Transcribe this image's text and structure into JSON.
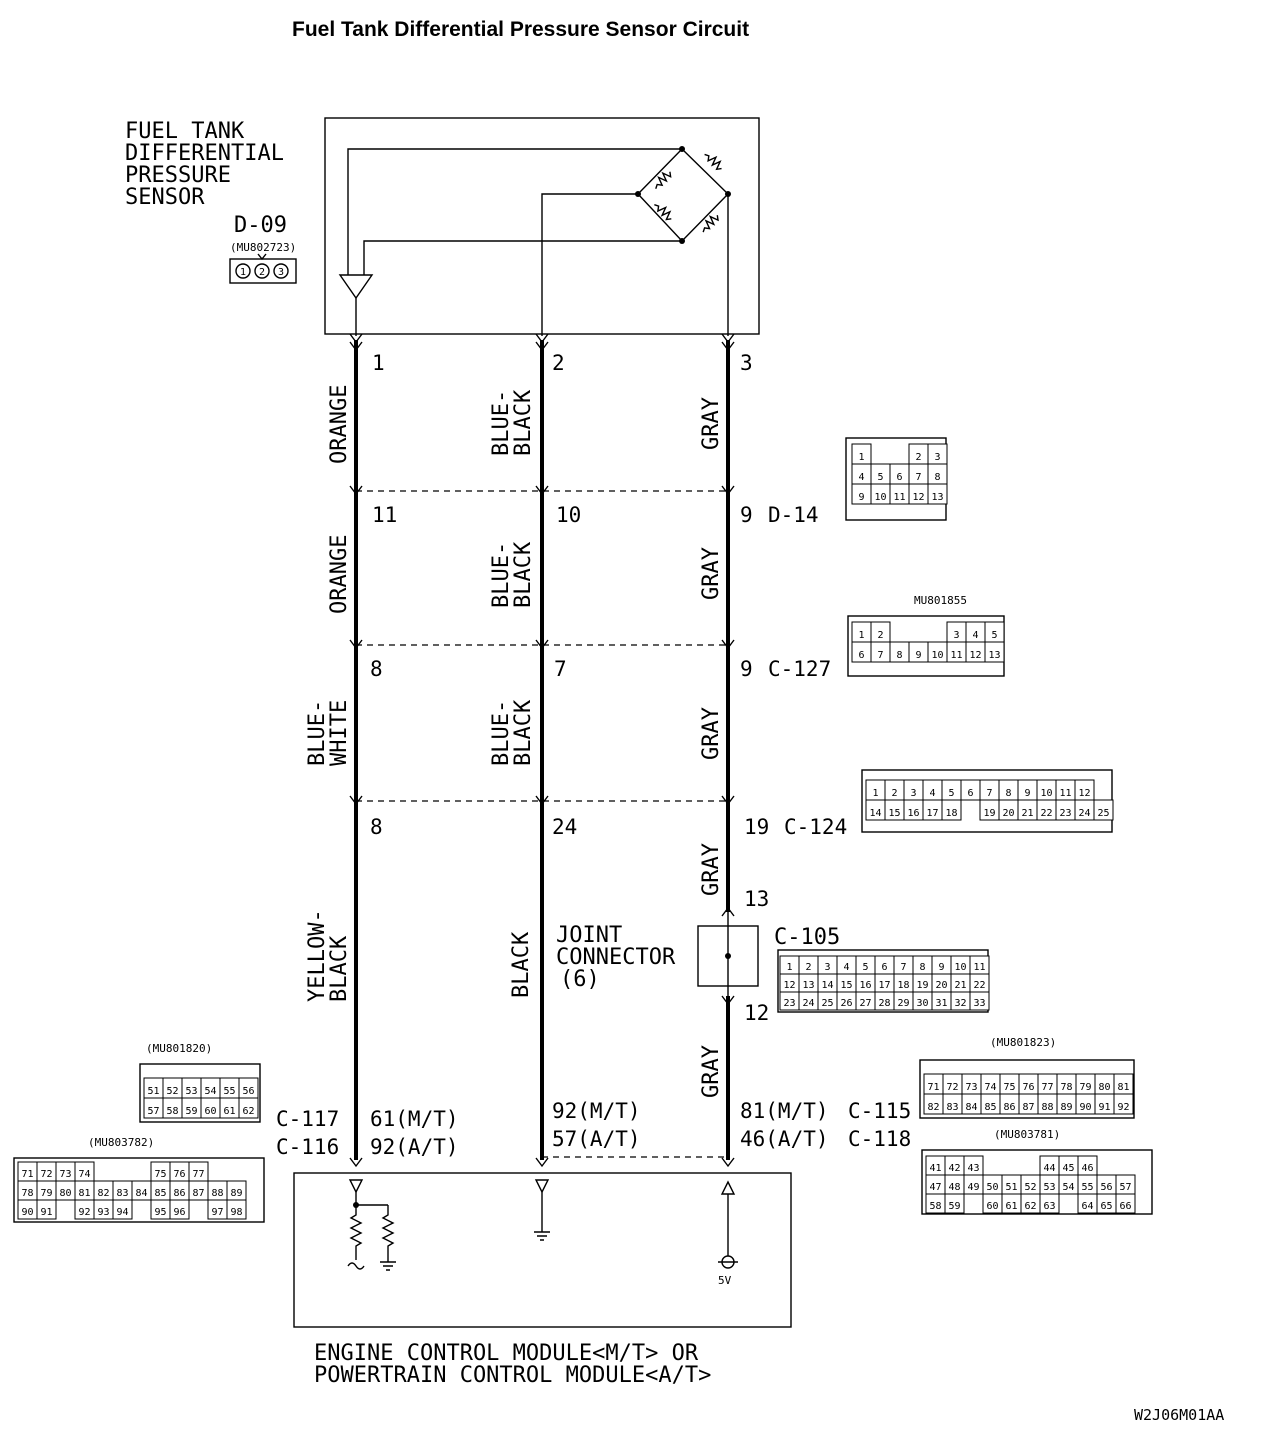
{
  "title": "Fuel Tank Differential Pressure Sensor Circuit",
  "sensor": {
    "name_lines": [
      "FUEL TANK",
      "DIFFERENTIAL",
      "PRESSURE",
      "SENSOR"
    ],
    "connector_id": "D-09",
    "part_no": "(MU802723)",
    "pins": [
      "1",
      "2",
      "3"
    ]
  },
  "wires": {
    "left": {
      "colors": [
        "ORANGE",
        "ORANGE",
        "BLUE-\nWHITE",
        "YELLOW-\nBLACK"
      ],
      "pins": [
        "1",
        "11",
        "8",
        "8"
      ],
      "ecm_pins": [
        "61(M/T)",
        "92(A/T)"
      ],
      "ecm_connectors": [
        "C-117",
        "C-116"
      ]
    },
    "middle": {
      "colors": [
        "BLUE-\nBLACK",
        "BLUE-\nBLACK",
        "BLUE-\nBLACK",
        "BLACK"
      ],
      "pins": [
        "2",
        "10",
        "7",
        "24"
      ],
      "ecm_pins": [
        "92(M/T)",
        "57(A/T)"
      ]
    },
    "right": {
      "colors": [
        "GRAY",
        "GRAY",
        "GRAY",
        "GRAY",
        "GRAY"
      ],
      "pins": [
        "3",
        "9",
        "9",
        "19",
        "13",
        "12"
      ],
      "ecm_pins": [
        "81(M/T)",
        "46(A/T)"
      ],
      "ecm_connectors": [
        "C-115",
        "C-118"
      ]
    }
  },
  "junctions": {
    "d14": {
      "id": "D-14",
      "pins": [
        "1",
        "2",
        "3",
        "4",
        "5",
        "6",
        "7",
        "8",
        "9",
        "10",
        "11",
        "12",
        "13"
      ]
    },
    "c127": {
      "id": "C-127",
      "part_no": "MU801855",
      "pins": [
        "1",
        "2",
        "3",
        "4",
        "5",
        "6",
        "7",
        "8",
        "9",
        "10",
        "11",
        "12",
        "13"
      ]
    },
    "c124": {
      "id": "C-124",
      "pins": [
        "1",
        "2",
        "3",
        "4",
        "5",
        "6",
        "7",
        "8",
        "9",
        "10",
        "11",
        "12",
        "13",
        "14",
        "15",
        "16",
        "17",
        "18",
        "19",
        "20",
        "21",
        "22",
        "23",
        "24",
        "25"
      ]
    }
  },
  "joint_connector": {
    "label_lines": [
      "JOINT",
      "CONNECTOR",
      "(6)"
    ],
    "id": "C-105",
    "pins": [
      "1",
      "2",
      "3",
      "4",
      "5",
      "6",
      "7",
      "8",
      "9",
      "10",
      "11",
      "12",
      "13",
      "14",
      "15",
      "16",
      "17",
      "18",
      "19",
      "20",
      "21",
      "22",
      "23",
      "24",
      "25",
      "26",
      "27",
      "28",
      "29",
      "30",
      "31",
      "32",
      "33"
    ]
  },
  "ecm_connectors": {
    "c117_part": "(MU801820)",
    "c117_pins": [
      "51",
      "52",
      "53",
      "54",
      "55",
      "56",
      "57",
      "58",
      "59",
      "60",
      "61",
      "62"
    ],
    "c116_part": "(MU803782)",
    "c116_rows": [
      [
        "71",
        "72",
        "73",
        "74",
        "",
        "",
        "",
        "75",
        "76",
        "77"
      ],
      [
        "78",
        "79",
        "80",
        "81",
        "82",
        "83",
        "84",
        "85",
        "86",
        "87",
        "88",
        "89"
      ],
      [
        "90",
        "91",
        "",
        "92",
        "93",
        "94",
        "",
        "95",
        "96",
        "",
        "97",
        "98"
      ]
    ],
    "c115_part": "(MU801823)",
    "c115_rows": [
      [
        "71",
        "72",
        "73",
        "74",
        "75",
        "76",
        "77",
        "78",
        "79",
        "80",
        "81"
      ],
      [
        "82",
        "83",
        "84",
        "85",
        "86",
        "87",
        "88",
        "89",
        "90",
        "91",
        "92"
      ]
    ],
    "c118_part": "(MU803781)",
    "c118_rows": [
      [
        "41",
        "42",
        "43",
        "",
        "",
        "",
        "44",
        "45",
        "46"
      ],
      [
        "47",
        "48",
        "49",
        "50",
        "51",
        "52",
        "53",
        "54",
        "55",
        "56",
        "57"
      ],
      [
        "58",
        "59",
        "",
        "60",
        "61",
        "62",
        "63",
        "",
        "64",
        "65",
        "66"
      ]
    ]
  },
  "module": {
    "name_lines": [
      "ENGINE CONTROL MODULE<M/T> OR",
      "POWERTRAIN CONTROL MODULE<A/T>"
    ],
    "supply": "5V"
  },
  "figure_code": "W2J06M01AA"
}
